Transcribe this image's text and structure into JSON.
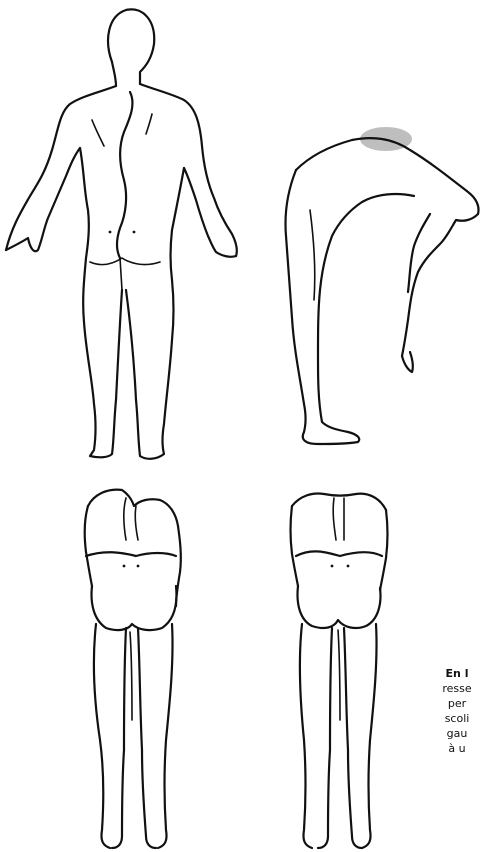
{
  "caption": {
    "line1": "En l",
    "line2": "resse",
    "line3": "per",
    "line4": "scoli",
    "line5": "gau",
    "line6": "à u"
  },
  "colors": {
    "stroke": "#111111",
    "highlight": "#b3b3b3",
    "background": "#ffffff"
  }
}
